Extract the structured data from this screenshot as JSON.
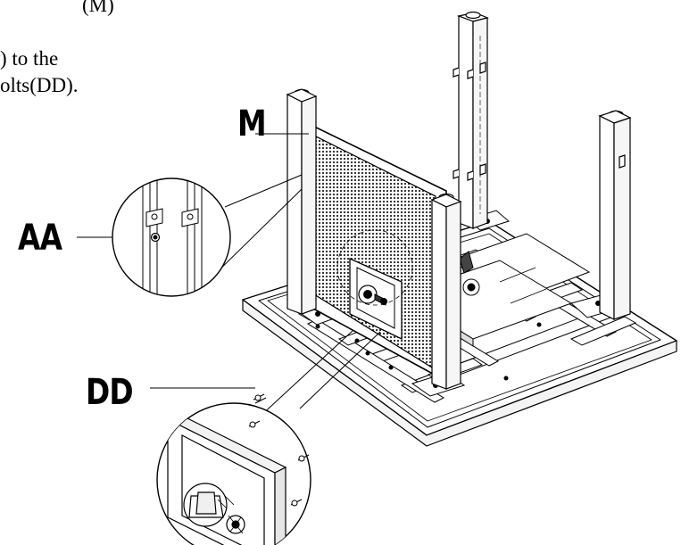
{
  "instructions": {
    "line1": "(M)",
    "line2": ") to the",
    "line3": "olts(DD)."
  },
  "callouts": {
    "m": "M",
    "aa": "AA",
    "dd": "DD"
  },
  "colors": {
    "ink": "#000000",
    "mesh": "#2a2a2a",
    "background": "#ffffff"
  }
}
